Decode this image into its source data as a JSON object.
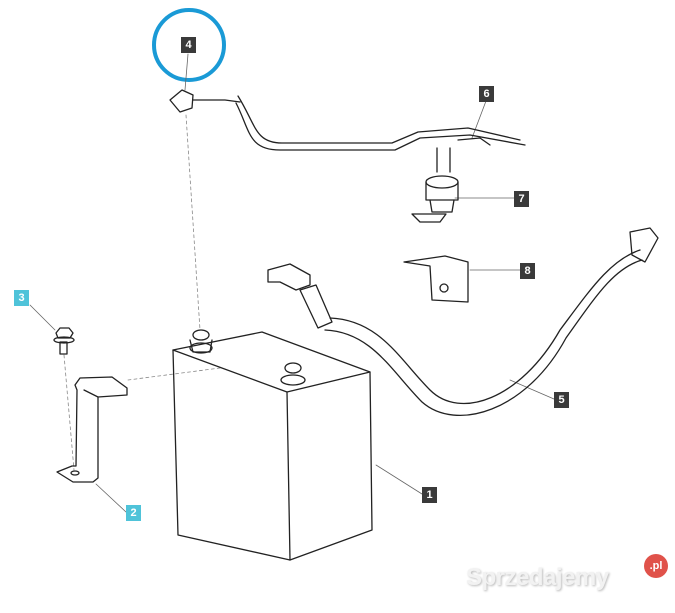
{
  "labels": {
    "p1": "1",
    "p2": "2",
    "p3": "3",
    "p4": "4",
    "p5": "5",
    "p6": "6",
    "p7": "7",
    "p8": "8"
  },
  "watermark": {
    "text": "Sprzedajemy",
    "badge": ".pl"
  },
  "colors": {
    "highlight": "#1a9ad6",
    "label_dark": "#3a3a3a",
    "label_cyan": "#4fc3d9"
  }
}
